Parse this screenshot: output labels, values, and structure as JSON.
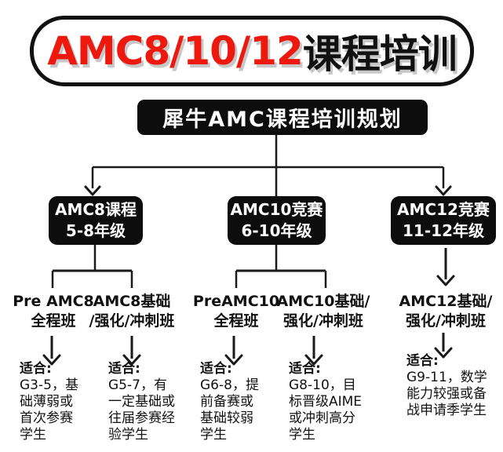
{
  "colors": {
    "accent_red": "#ee190e",
    "ink": "#111111"
  },
  "banner": {
    "highlight": "AMC8/10/12",
    "suffix": "课程培训"
  },
  "header": {
    "title": "犀牛AMC课程培训规划"
  },
  "level1": [
    {
      "name": "AMC8课程",
      "grade": "5-8年级"
    },
    {
      "name": "AMC10竞赛",
      "grade": "6-10年级"
    },
    {
      "name": "AMC12竞赛",
      "grade": "11-12年级"
    }
  ],
  "courses": [
    {
      "line1": "Pre AMC8",
      "line2": "全程班"
    },
    {
      "line1": "AMC8基础",
      "line2": "/强化/冲刺班"
    },
    {
      "line1": "PreAMC10",
      "line2": "全程班"
    },
    {
      "line1": "AMC10基础/",
      "line2": "强化/冲刺班"
    },
    {
      "line1": "AMC12基础/",
      "line2": "强化/冲刺班"
    }
  ],
  "audiences": [
    {
      "label": "适合:",
      "text": "G3-5，基\n础薄弱或\n首次参赛\n学生"
    },
    {
      "label": "适合:",
      "text": "G5-7，有\n一定基础或\n往届参赛经\n验学生"
    },
    {
      "label": "适合:",
      "text": "G6-8，提\n前备赛或\n基础较弱\n学生"
    },
    {
      "label": "适合:",
      "text": "G8-10，目\n标晋级AIME\n或冲刺高分\n学生"
    },
    {
      "label": "适合:",
      "text": "G9-11，数学\n能力较强或备\n战申请季学生"
    }
  ]
}
